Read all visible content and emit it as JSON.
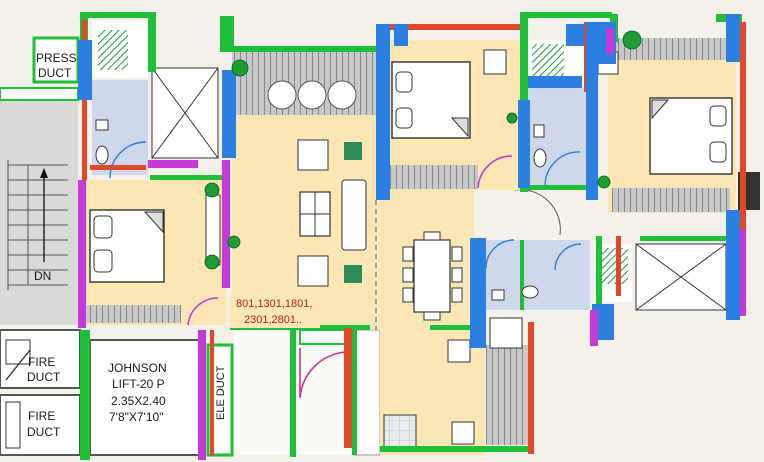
{
  "labels": {
    "press_duct_1": "PRESS",
    "press_duct_2": "DUCT",
    "fire_duct_a_1": "FIRE",
    "fire_duct_a_2": "DUCT",
    "fire_duct_b_1": "FIRE",
    "fire_duct_b_2": "DUCT",
    "lift_1": "JOHNSON",
    "lift_2": "LIFT-20 P",
    "lift_3": "2.35X2.40",
    "lift_4": "7'8\"X7'10\"",
    "ele_duct": "ELE DUCT",
    "dn": "DN",
    "units_line_1": "801,1301,1801,",
    "units_line_2": "2301,2801.."
  },
  "colors": {
    "wall_green": "#1fbf3a",
    "wall_red": "#e0482a",
    "wall_blue": "#2a7fe0",
    "wall_magenta": "#c43ad6",
    "floor": "#fbe6b4",
    "wet_floor": "#cfd8ea",
    "balcony": "#ffffff",
    "unit_text": "#b0251e"
  }
}
